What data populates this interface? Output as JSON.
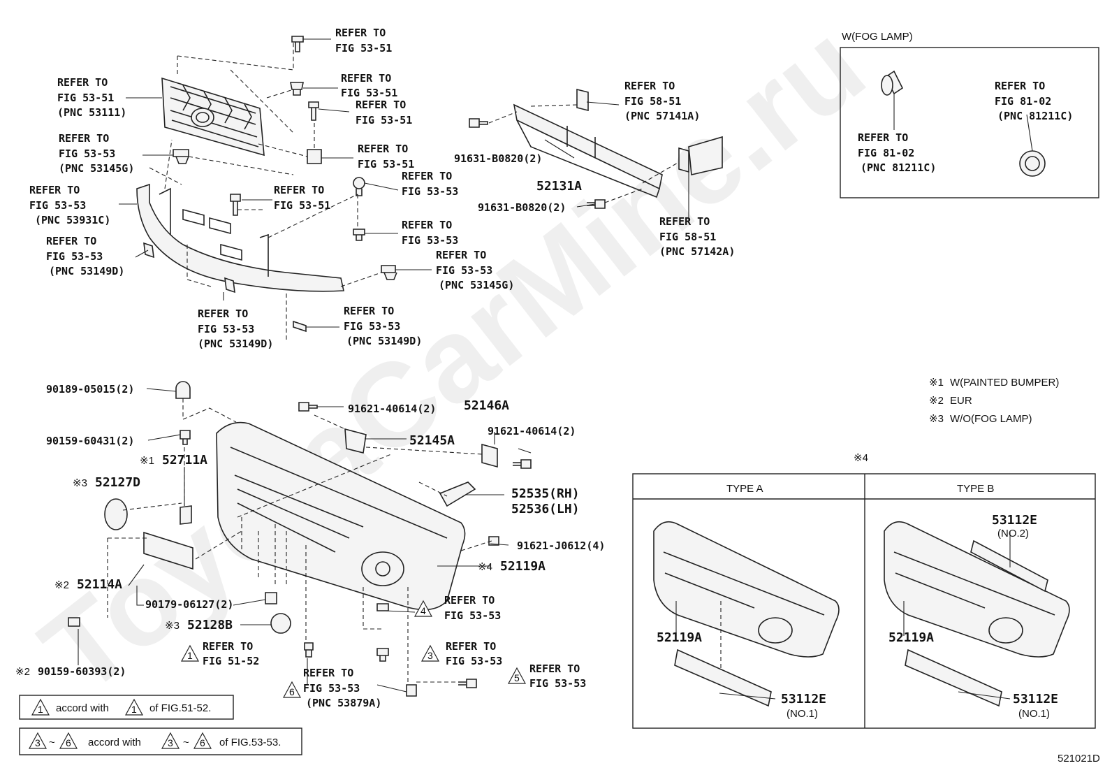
{
  "watermark": "ToyotaCarMine.ru",
  "diagram_code": "521021D",
  "notes": [
    {
      "mark": "※1",
      "text": "W(PAINTED BUMPER)"
    },
    {
      "mark": "※2",
      "text": "EUR"
    },
    {
      "mark": "※3",
      "text": "W/O(FOG LAMP)"
    }
  ],
  "fog_box": {
    "title": "W(FOG LAMP)"
  },
  "type_box": {
    "mark": "※4",
    "type_a": "TYPE A",
    "type_b": "TYPE B"
  },
  "legend": {
    "line1": {
      "n1": "1",
      "text1": "accord with",
      "n2": "1",
      "text2": "of FIG.51-52."
    },
    "line2": {
      "n1": "3",
      "n2": "6",
      "tilde": "~",
      "text1": "accord with",
      "n3": "3",
      "n4": "6",
      "text2": "of FIG.53-53."
    }
  },
  "labels": {
    "r1": [
      "REFER TO",
      "FIG 53-51"
    ],
    "r2": [
      "REFER TO",
      "FIG 53-51",
      "(PNC 53111)"
    ],
    "r3": [
      "REFER TO",
      "FIG 53-51"
    ],
    "r4": [
      "REFER TO",
      "FIG 53-51"
    ],
    "r5": [
      "REFER TO",
      "FIG 53-53",
      "(PNC 53145G)"
    ],
    "r6": [
      "REFER TO",
      "FIG 53-51"
    ],
    "r7": [
      "REFER TO",
      "FIG 53-53",
      "(PNC 53931C)"
    ],
    "r8": [
      "REFER TO",
      "FIG 53-51"
    ],
    "r9": [
      "REFER TO",
      "FIG 53-53"
    ],
    "r10": [
      "REFER TO",
      "FIG 53-53",
      "(PNC 53149D)"
    ],
    "r11": [
      "REFER TO",
      "FIG 53-53"
    ],
    "r12": [
      "REFER TO",
      "FIG 53-53",
      "(PNC 53145G)"
    ],
    "r13": [
      "REFER TO",
      "FIG 53-53",
      "(PNC 53149D)"
    ],
    "r14": [
      "REFER TO",
      "FIG 53-53",
      "(PNC 53149D)"
    ],
    "r15": [
      "REFER TO",
      "FIG 58-51",
      "(PNC 57141A)"
    ],
    "r16": [
      "REFER TO",
      "FIG 58-51",
      "(PNC 57142A)"
    ],
    "r17": [
      "REFER TO",
      "FIG 81-02",
      "(PNC 81211C)"
    ],
    "r18": [
      "REFER TO",
      "FIG 81-02",
      "(PNC 81211C)"
    ],
    "r19": [
      "REFER TO",
      "FIG 53-53"
    ],
    "r20": [
      "REFER TO",
      "FIG 51-52"
    ],
    "r21": [
      "REFER TO",
      "FIG 53-53"
    ],
    "r22": [
      "REFER TO",
      "FIG 53-53"
    ],
    "r23": [
      "REFER TO",
      "FIG 53-53",
      "(PNC 53879A)"
    ]
  },
  "tri_nums": {
    "t4": "4",
    "t1": "1",
    "t3": "3",
    "t5": "5",
    "t6": "6"
  },
  "parts": {
    "p91631a": "91631-B0820(2)",
    "p91631b": "91631-B0820(2)",
    "p52131A": "52131A",
    "p90189": "90189-05015(2)",
    "p90159a": "90159-60431(2)",
    "p52711A_mark": "※1",
    "p52711A": "52711A",
    "p52127D_mark": "※3",
    "p52127D": "52127D",
    "p91621a": "91621-40614(2)",
    "p52146A": "52146A",
    "p91621b": "91621-40614(2)",
    "p52145A": "52145A",
    "p52535": "52535(RH)",
    "p52536": "52536(LH)",
    "p91621c": "91621-J0612(4)",
    "p52119A_mark": "※4",
    "p52119A": "52119A",
    "p52114A_mark": "※2",
    "p52114A": "52114A",
    "p90179": "90179-06127(2)",
    "p52128B_mark": "※3",
    "p52128B": "52128B",
    "p90159b_mark": "※2",
    "p90159b": "90159-60393(2)",
    "ta_52119A": "52119A",
    "ta_53112E": "53112E",
    "ta_no1": "(NO.1)",
    "tb_53112E_top": "53112E",
    "tb_no2": "(NO.2)",
    "tb_52119A": "52119A",
    "tb_53112E": "53112E",
    "tb_no1": "(NO.1)"
  }
}
